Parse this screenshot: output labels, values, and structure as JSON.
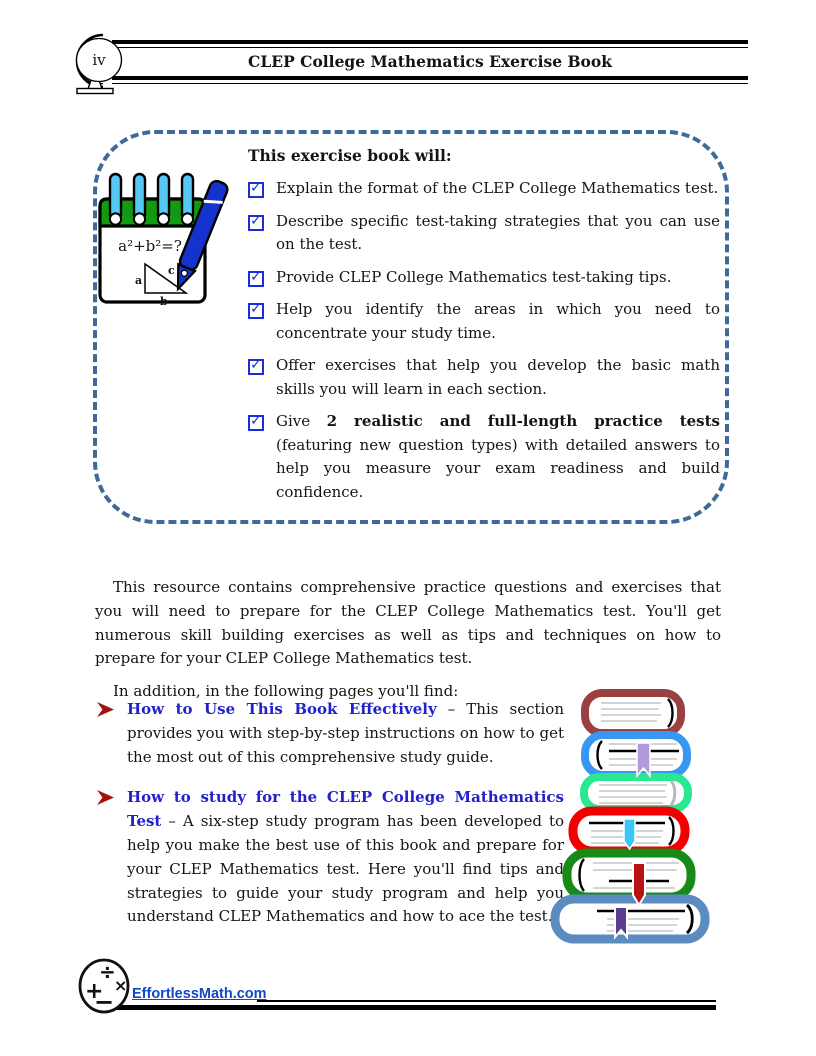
{
  "page": {
    "number": "iv",
    "title": "CLEP College Mathematics Exercise Book"
  },
  "intro_box": {
    "heading": "This exercise book will:",
    "notepad_icon": {
      "formula": "a²+b²=?",
      "triangle_labels": {
        "a": "a",
        "b": "b",
        "c": "c"
      }
    },
    "items": [
      {
        "pre": "Explain the format of the CLEP College Mathematics test.",
        "bold": "",
        "post": ""
      },
      {
        "pre": "Describe specific test-taking strategies that you can use on the test.",
        "bold": "",
        "post": ""
      },
      {
        "pre": "Provide CLEP College Mathematics test-taking tips.",
        "bold": "",
        "post": ""
      },
      {
        "pre": "Help you identify the areas in which you need to concentrate your study time.",
        "bold": "",
        "post": ""
      },
      {
        "pre": "Offer exercises that help you develop the basic math skills you will learn in each section.",
        "bold": "",
        "post": ""
      },
      {
        "pre": "Give ",
        "bold": "2 realistic and full-length practice tests",
        "post": " (featuring new question types) with detailed answers to help you measure your exam readiness and build confidence."
      }
    ]
  },
  "body": {
    "paragraph": "This resource contains comprehensive practice questions and exercises that you will need to prepare for the CLEP College Mathematics test. You'll get numerous skill building exercises as well as tips and techniques on how to prepare for your CLEP College Mathematics test.",
    "list_intro": "In addition, in the following pages you'll find:",
    "bullets": [
      {
        "title": "How to Use This Book Effectively",
        "rest": "– This section provides you with step-by-step instructions on how to get the most out of this comprehensive study guide."
      },
      {
        "title": "How to study for the CLEP College Mathematics Test",
        "rest": "– A six-step study program has been developed to help you make the best use of this book and prepare for your CLEP Mathematics test. Here you'll find tips and strategies to guide your study program and help you understand CLEP Mathematics and how to ace the test."
      }
    ]
  },
  "footer": {
    "site": "EffortlessMath.com"
  },
  "colors": {
    "dashed_border": "#3d6a98",
    "heading_blue": "#2222cc",
    "checkbox_blue": "#1a2ed9",
    "bullet_arrow_red": "#a31212",
    "link_blue": "#1048c8",
    "books": [
      "#9a4040",
      "#3897f2",
      "#2ae892",
      "#f20000",
      "#178a17",
      "#5b8cc0"
    ],
    "bookmarks": [
      "#b29add",
      "#38c8f8",
      "#b81212",
      "#5a3d91"
    ]
  }
}
